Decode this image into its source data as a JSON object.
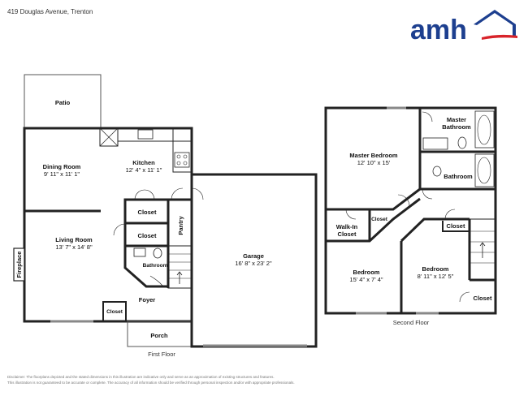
{
  "header": {
    "address": "419 Douglas Avenue, Trenton"
  },
  "logo": {
    "text": "amh",
    "brand_color": "#1d3f8f",
    "accent_color": "#d8232a"
  },
  "first_floor": {
    "label": "First Floor",
    "rooms": {
      "patio": {
        "name": "Patio"
      },
      "dining": {
        "name": "Dining Room",
        "dims": "9' 11\" x 11' 1\""
      },
      "kitchen": {
        "name": "Kitchen",
        "dims": "12' 4\" x 11' 1\""
      },
      "closet1": {
        "name": "Closet"
      },
      "closet2": {
        "name": "Closet"
      },
      "pantry": {
        "name": "Pantry"
      },
      "living": {
        "name": "Living Room",
        "dims": "13' 7\" x 14' 8\""
      },
      "fireplace": {
        "name": "Fireplace"
      },
      "bathroom": {
        "name": "Bathroom"
      },
      "foyer": {
        "name": "Foyer"
      },
      "closet3": {
        "name": "Closet"
      },
      "porch": {
        "name": "Porch"
      },
      "garage": {
        "name": "Garage",
        "dims": "16' 8\" x 23' 2\""
      }
    }
  },
  "second_floor": {
    "label": "Second Floor",
    "rooms": {
      "master_bedroom": {
        "name": "Master Bedroom",
        "dims": "12' 10\" x 15'"
      },
      "master_bath_1": "Master",
      "master_bath_2": "Bathroom",
      "bathroom": {
        "name": "Bathroom"
      },
      "walkin_1": "Walk-In",
      "walkin_2": "Closet",
      "closet_a": {
        "name": "Closet"
      },
      "closet_b": {
        "name": "Closet"
      },
      "closet_c": {
        "name": "Closet"
      },
      "bedroom1": {
        "name": "Bedroom",
        "dims": "15' 4\" x 7' 4\""
      },
      "bedroom2": {
        "name": "Bedroom",
        "dims": "8' 11\" x 12' 5\""
      }
    }
  },
  "disclaimer": {
    "line1": "Disclaimer: The floorplans depicted and the stated dimensions in this illustration are indicative only and serve as an approximation of existing structures and features.",
    "line2": "This illustration is not guaranteed to be accurate or complete. The accuracy of all information should be verified through personal inspection and/or with appropriate professionals."
  }
}
